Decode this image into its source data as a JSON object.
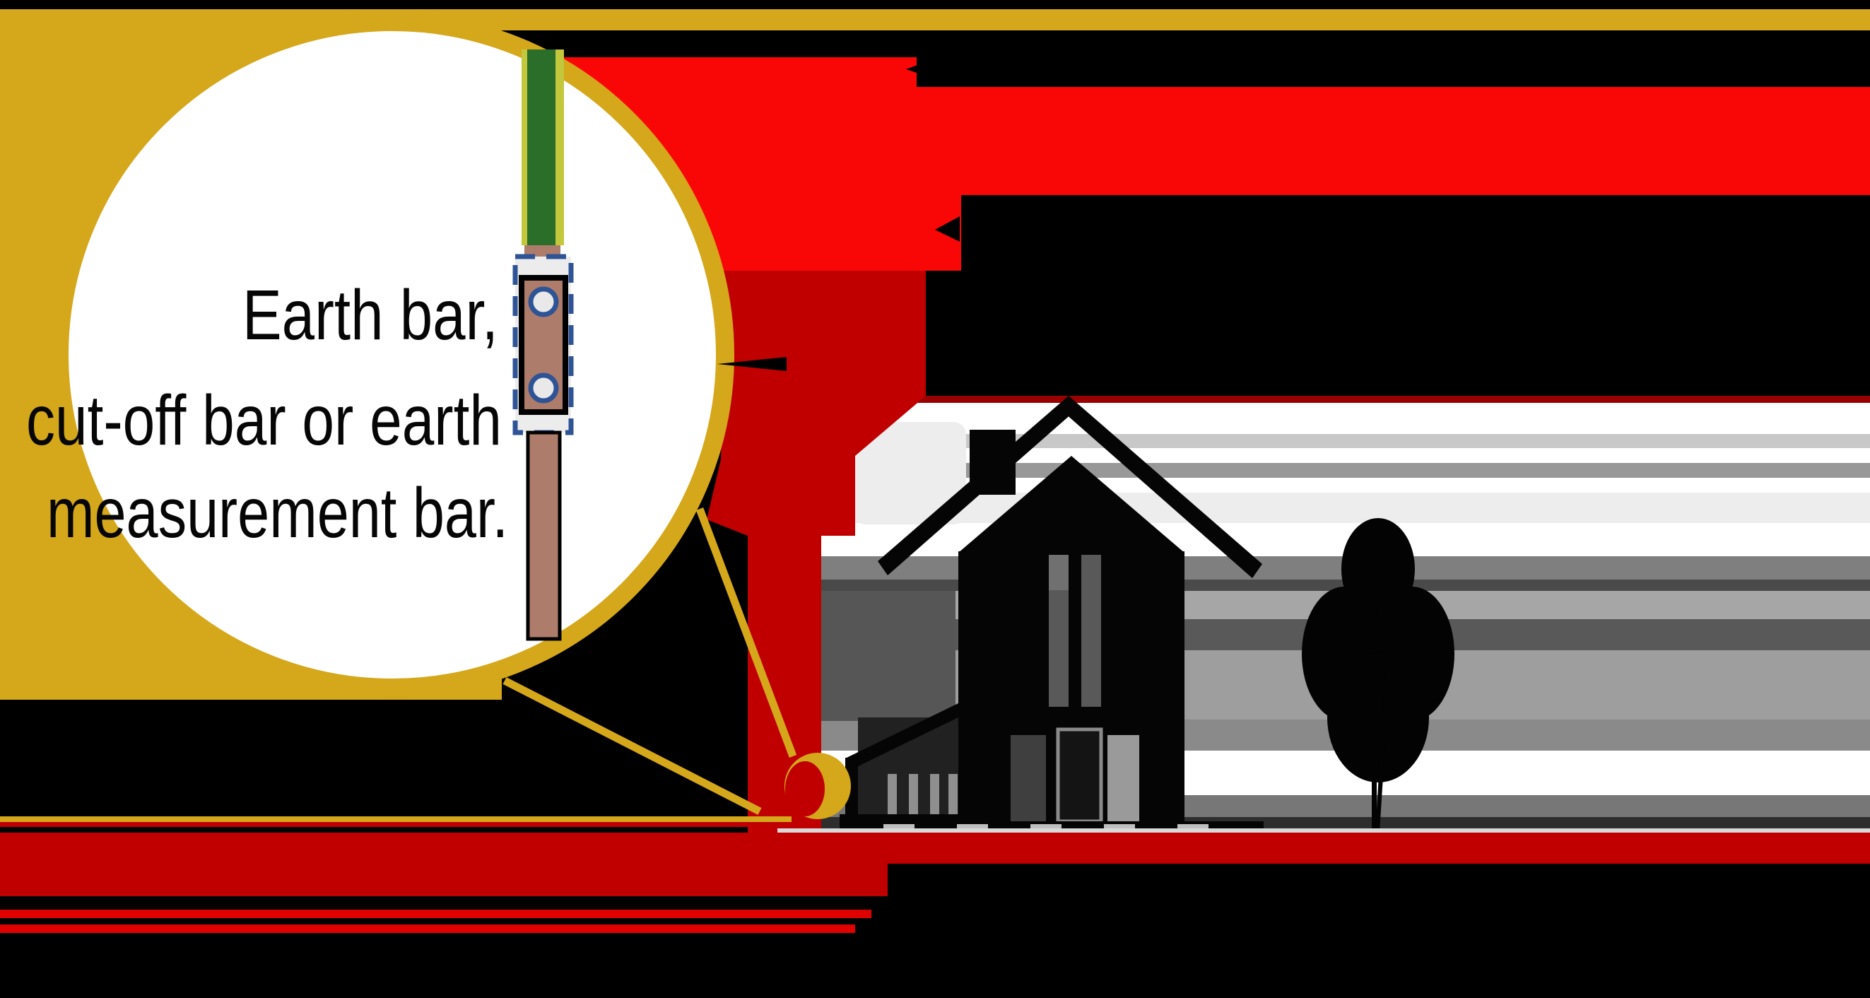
{
  "title": "House earthing diagram with magnified earth bar callout",
  "label": {
    "line1": "Earth bar,",
    "line2": "cut-off bar or earth",
    "line3": "measurement bar."
  },
  "palette": {
    "gold": "#D5A71B",
    "bright_red": "#F90606",
    "dark_red": "#C00000",
    "deep_red_line": "#990000",
    "copper": "#AE7C6B",
    "earth_wire_green": "#2A6E2A",
    "earth_wire_yellow": "#C2C73B",
    "callout_blue": "#2F5496",
    "silhouette_black": "#050505",
    "background": "#000000",
    "circle_fill": "#FFFFFF"
  },
  "components": [
    "magnifier-circle",
    "earth-bar-assembly",
    "green-yellow-earth-wire",
    "copper-earth-rod",
    "down-conductor-red",
    "roof-conductor-red-band",
    "underground-earth-band",
    "gold-earthing-line",
    "earth-connection-ring",
    "house-silhouette",
    "tree-silhouette",
    "ground-strata"
  ]
}
